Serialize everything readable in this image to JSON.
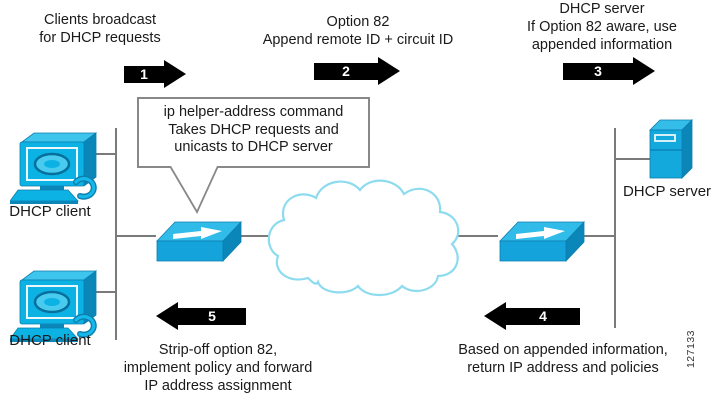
{
  "captions": {
    "step1": "Clients broadcast\nfor DHCP requests",
    "step2": "Option 82\nAppend remote ID + circuit ID",
    "step3": "DHCP server\nIf Option 82 aware, use\nappended information",
    "step4": "Based on appended information,\nreturn IP address and policies",
    "step5": "Strip-off option 82,\nimplement policy and forward\nIP address assignment"
  },
  "arrows": {
    "n1": "1",
    "n2": "2",
    "n3": "3",
    "n4": "4",
    "n5": "5"
  },
  "callout": "ip helper-address command\nTakes DHCP requests and\nunicasts to DHCP server",
  "labels": {
    "client_top": "DHCP client",
    "client_bottom": "DHCP client",
    "server": "DHCP server"
  },
  "figure_number": "127133",
  "colors": {
    "device_cyan": "#0db2e4",
    "device_cyan_light": "#3ec5ee",
    "device_cyan_dark": "#0b86b8",
    "device_outline": "#0c7fae",
    "cloud_outline": "#8ddbee",
    "line_gray": "#7a7a7a",
    "arrow_black": "#000000",
    "callout_border": "#888888"
  }
}
